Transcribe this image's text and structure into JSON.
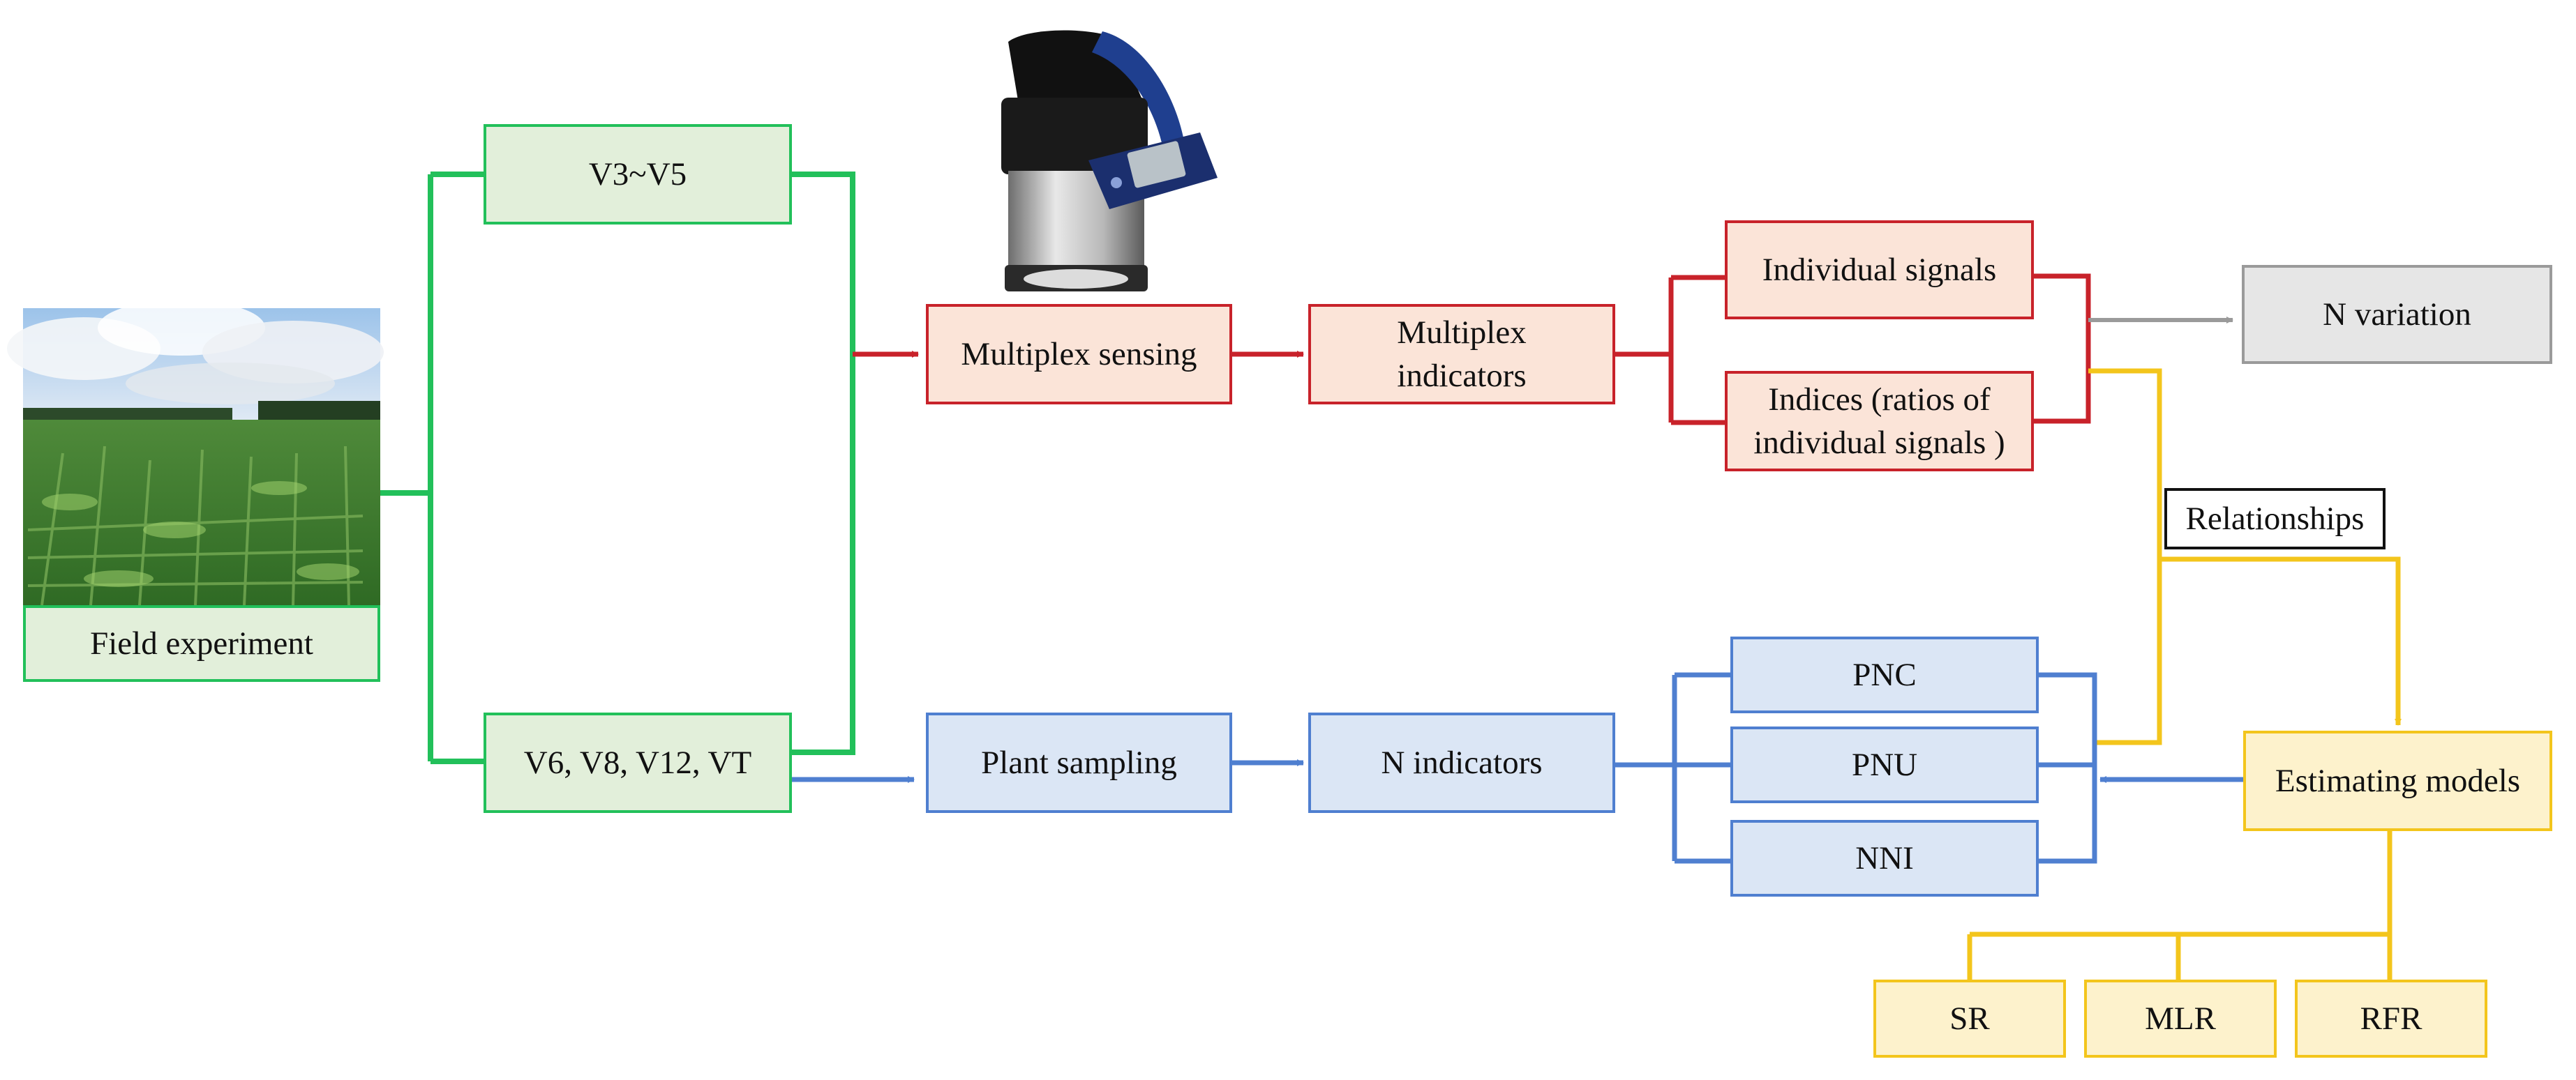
{
  "diagram": {
    "nodes": {
      "field_experiment": "Field experiment",
      "stage_early": "V3~V5",
      "stage_late": "V6, V8, V12, VT",
      "multiplex_sensing": "Multiplex sensing",
      "multiplex_indicators": "Multiplex\nindicators",
      "individual_signals": "Individual  signals",
      "indices": "Indices (ratios of\nindividual signals )",
      "n_variation": "N variation",
      "relationships": "Relationships",
      "plant_sampling": "Plant sampling",
      "n_indicators": "N indicators",
      "pnc": "PNC",
      "pnu": "PNU",
      "nni": "NNI",
      "estimating_models": "Estimating models",
      "sr": "SR",
      "mlr": "MLR",
      "rfr": "RFR"
    },
    "colors": {
      "green": "#22c05a",
      "red": "#c8222a",
      "blue": "#4f7fd0",
      "yellow": "#f3c51c",
      "gray": "#9a9a9a"
    },
    "images": {
      "field_photo": "corn-field-photo",
      "sensor": "multiplex-sensor-device"
    }
  }
}
